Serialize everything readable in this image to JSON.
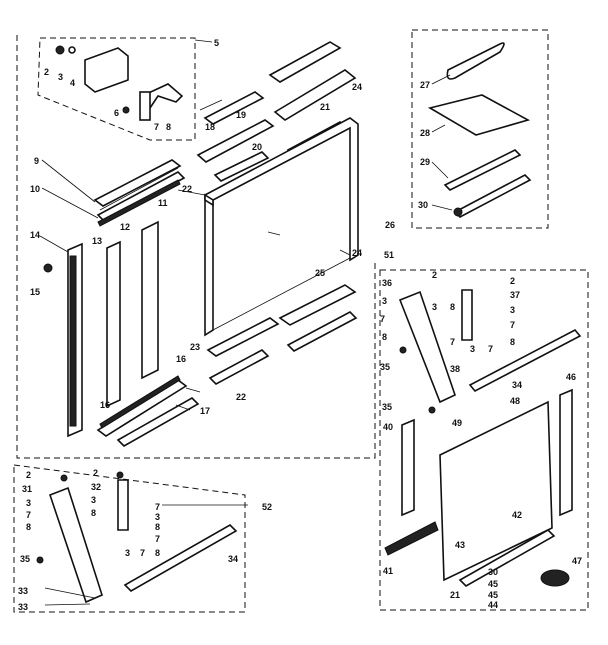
{
  "labels": {
    "n2": "2",
    "n3": "3",
    "n4": "4",
    "n5": "5",
    "n6": "6",
    "n7": "7",
    "n8": "8",
    "n9": "9",
    "n10": "10",
    "n11": "11",
    "n12": "12",
    "n13": "13",
    "n14": "14",
    "n15": "15",
    "n16": "16",
    "n17": "17",
    "n18": "18",
    "n19": "19",
    "n20": "20",
    "n21": "21",
    "n22": "22",
    "n23": "23",
    "n24": "24",
    "n25": "25",
    "n26": "26",
    "n27": "27",
    "n28": "28",
    "n29": "29",
    "n30": "30",
    "n31": "31",
    "n32": "32",
    "n33": "33",
    "n34": "34",
    "n35": "35",
    "n36": "36",
    "n37": "37",
    "n38": "38",
    "n40": "40",
    "n41": "41",
    "n42": "42",
    "n43": "43",
    "n44": "44",
    "n45": "45",
    "n46": "46",
    "n47": "47",
    "n48": "48",
    "n49": "49",
    "n51": "51",
    "n52": "52"
  }
}
